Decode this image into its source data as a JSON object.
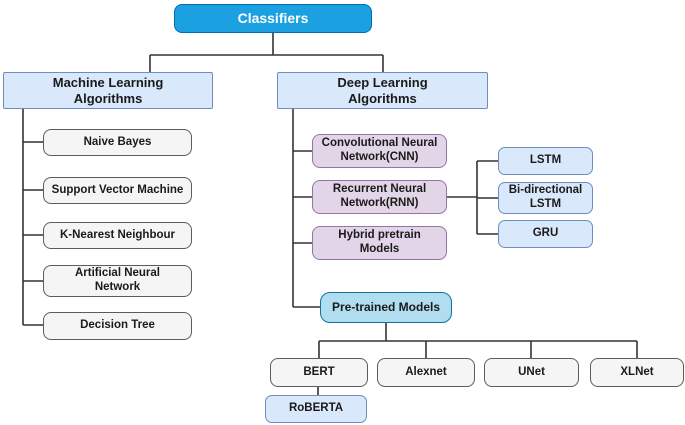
{
  "colors": {
    "root_fill": "#1BA1E2",
    "root_border": "#006EAF",
    "root_text": "#FFFFFF",
    "header_fill": "#DAE8FC",
    "header_border": "#6C8EBF",
    "purple_fill": "#E1D5E7",
    "purple_border": "#9673A6",
    "gray_fill": "#F5F5F5",
    "gray_border": "#666666",
    "cyan_fill": "#B1DDF0",
    "cyan_border": "#10739E",
    "blue_fill": "#DAE8FC",
    "blue_border": "#6C8EBF",
    "connector": "#333333",
    "text": "#1A1A1A"
  },
  "diagram": {
    "root": "Classifiers",
    "ml": {
      "header": "Machine Learning\nAlgorithms",
      "items": [
        "Naive Bayes",
        "Support Vector Machine",
        "K-Nearest Neighbour",
        "Artificial Neural\nNetwork",
        "Decision Tree"
      ]
    },
    "dl": {
      "header": "Deep Learning\nAlgorithms",
      "items": [
        "Convolutional Neural\nNetwork(CNN)",
        "Recurrent Neural\nNetwork(RNN)",
        "Hybrid pretrain\nModels"
      ]
    },
    "rnn_variants": [
      "LSTM",
      "Bi-directional\nLSTM",
      "GRU"
    ],
    "pretrained": {
      "header": "Pre-trained Models",
      "items": [
        "BERT",
        "Alexnet",
        "UNet",
        "XLNet"
      ]
    },
    "bert_variant": "RoBERTA"
  }
}
